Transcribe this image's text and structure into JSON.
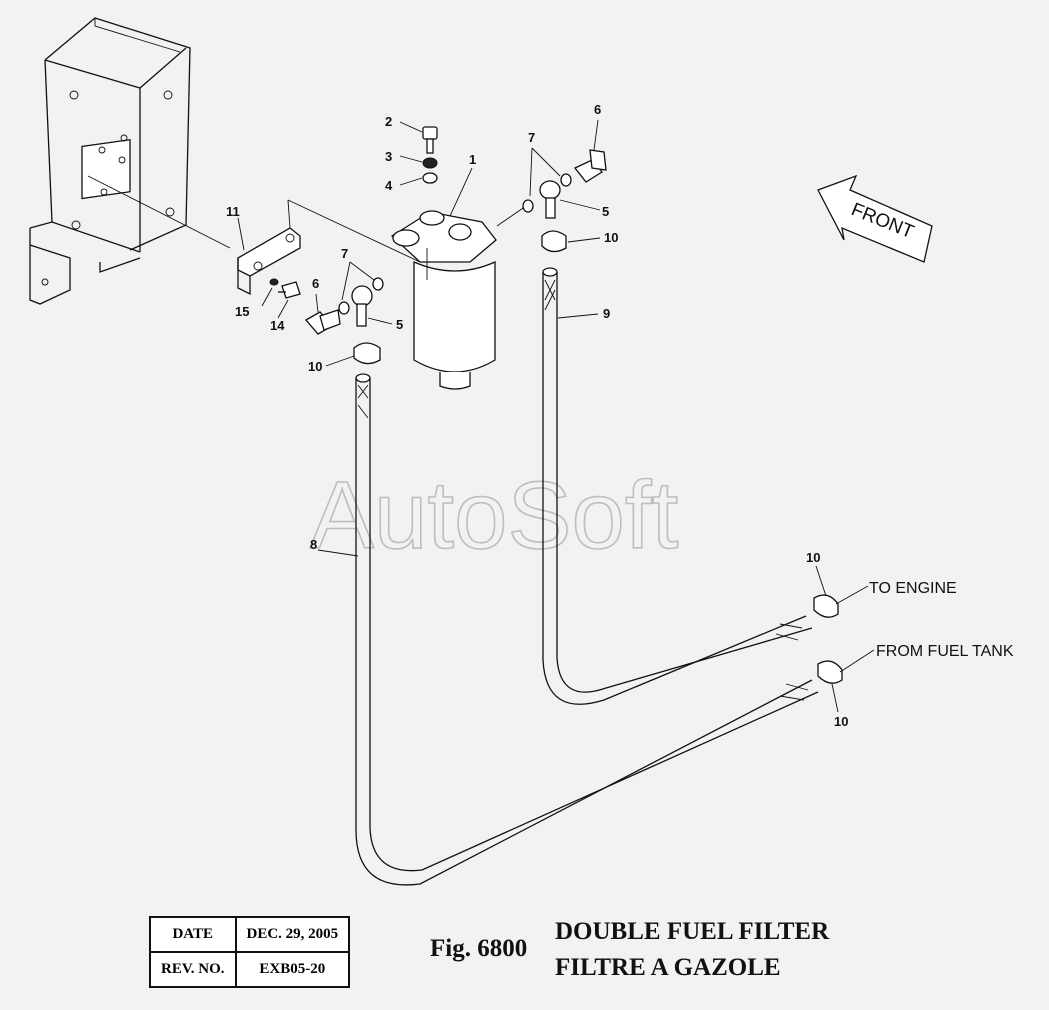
{
  "watermark": "AutoSoft",
  "orientation": {
    "label": "FRONT"
  },
  "destinations": {
    "to_engine": "TO ENGINE",
    "from_tank": "FROM FUEL TANK"
  },
  "callouts": {
    "n1": "1",
    "n2": "2",
    "n3": "3",
    "n4": "4",
    "n5a": "5",
    "n5b": "5",
    "n6a": "6",
    "n6b": "6",
    "n7a": "7",
    "n7b": "7",
    "n8": "8",
    "n9": "9",
    "n10a": "10",
    "n10b": "10",
    "n10c": "10",
    "n10d": "10",
    "n11": "11",
    "n14": "14",
    "n15": "15"
  },
  "title_block": {
    "date_label": "DATE",
    "date_value": "DEC. 29, 2005",
    "rev_label": "REV. NO.",
    "rev_value": "EXB05-20"
  },
  "figure": {
    "number": "Fig. 6800",
    "title_en": "DOUBLE FUEL FILTER",
    "title_fr": "FILTRE A GAZOLE"
  }
}
